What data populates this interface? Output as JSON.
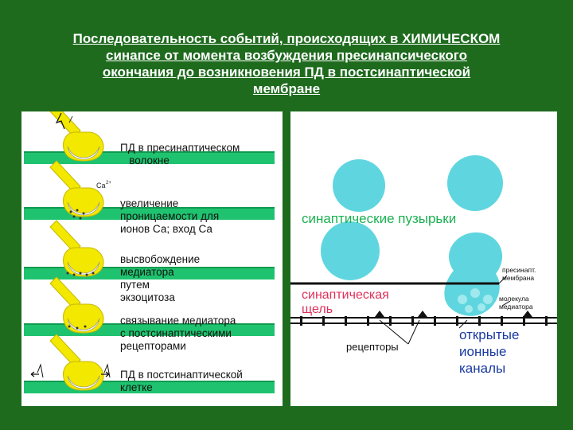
{
  "title": {
    "line1": "Последовательность событий, происходящих в ХИМИЧЕСКОМ",
    "line2": "синапсе от момента возбуждения пресинапсического",
    "line3": "окончания до возникновения ПД в постсинаптической",
    "line4": "мембране"
  },
  "left_panel": {
    "ca_label": "Ca",
    "ca_charge": "2+",
    "steps": [
      {
        "label": "ПД в пресинаптическом\n   волокне"
      },
      {
        "label": "увеличение\nпроницаемости для\nионов Са; вход Са"
      },
      {
        "label": "высвобождение\nмедиатора\nпутем\nэкзоцитоза"
      },
      {
        "label": "связывание медиатора\nс постсинаптическими\nрецепторами"
      },
      {
        "label": "ПД в постсинаптической\nклетке"
      }
    ]
  },
  "right_panel": {
    "vesicles_label": "синаптические пузырьки",
    "cleft_label": "синаптическая\nщель",
    "presyn_membrane_label": "пресинапт.\nмембрана",
    "mediator_label": "молекула\nмедиатора",
    "receptors_label": "рецепторы",
    "open_channels_label": "открытые\nионные\nканалы"
  },
  "colors": {
    "background": "#1e6b1e",
    "membrane": "#1fc36f",
    "terminal": "#f2e800",
    "vesicle": "#5fd6df",
    "cleft_text": "#e0305a",
    "vesicles_text": "#1ab050",
    "channels_text": "#1a3aa0"
  }
}
